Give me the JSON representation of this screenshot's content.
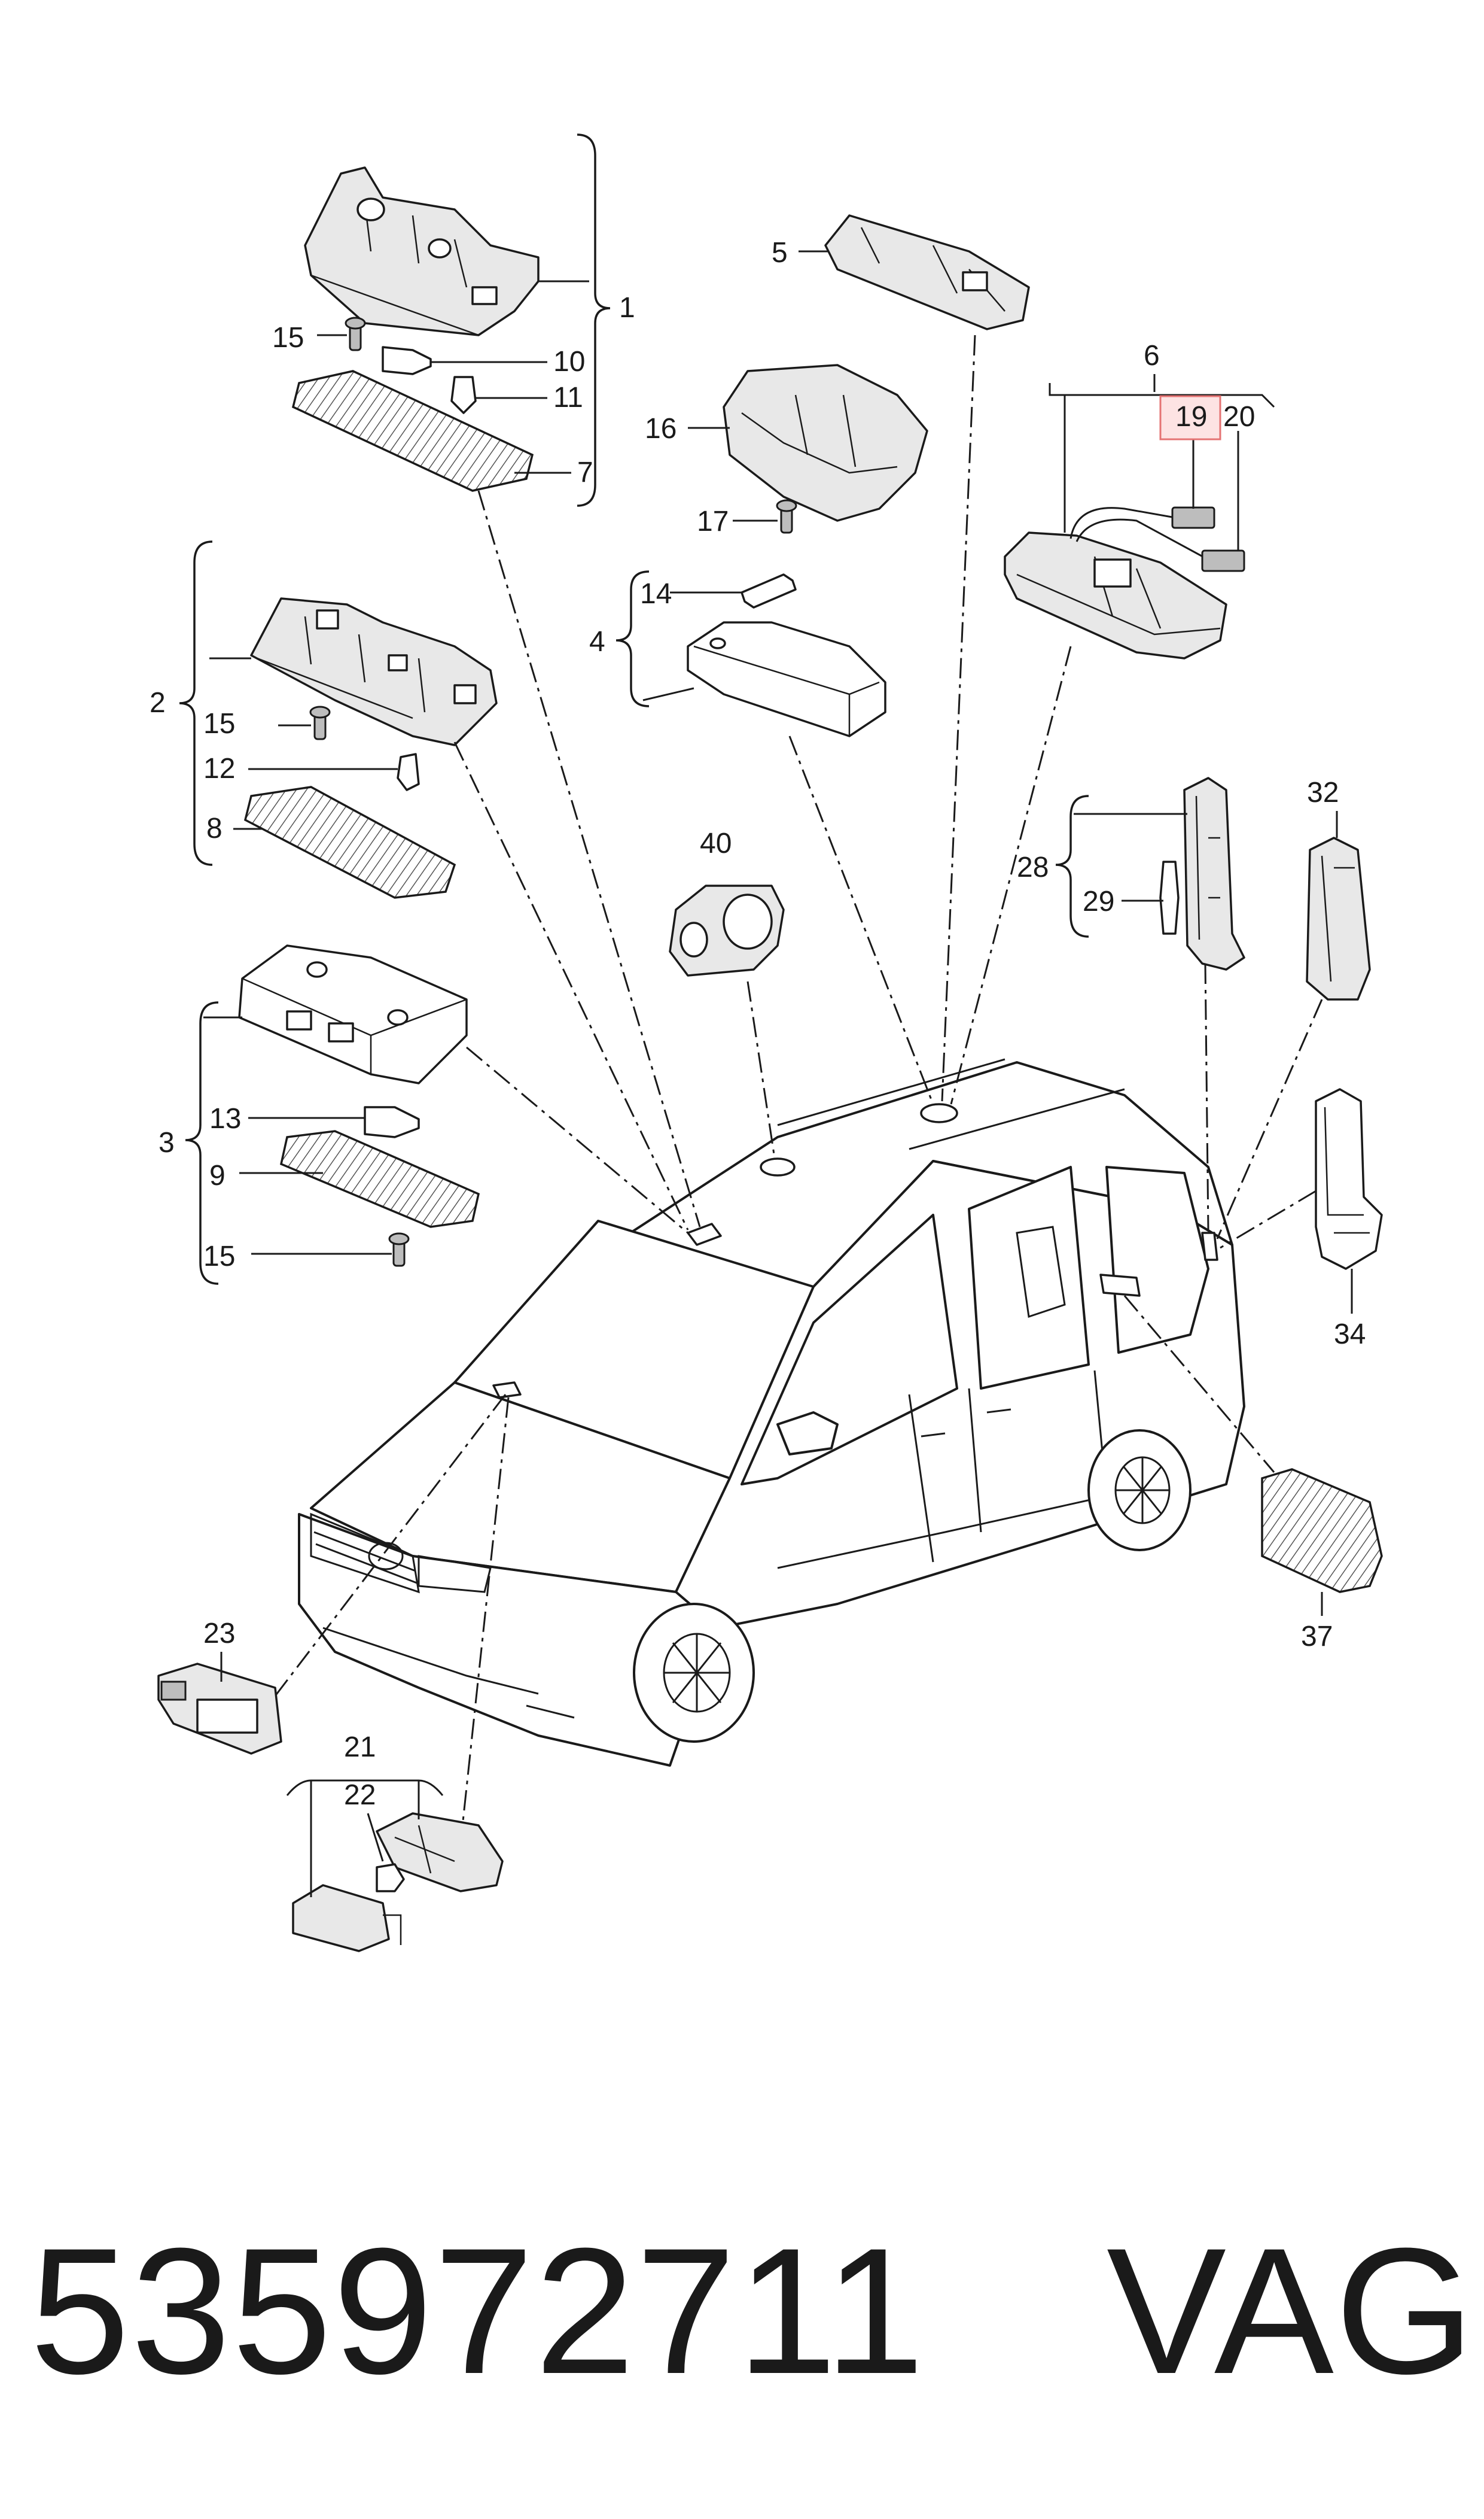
{
  "callouts": {
    "c1": "1",
    "c2": "2",
    "c3": "3",
    "c4": "4",
    "c5": "5",
    "c6": "6",
    "c7": "7",
    "c8": "8",
    "c9": "9",
    "c10": "10",
    "c11": "11",
    "c12": "12",
    "c13": "13",
    "c14": "14",
    "c15a": "15",
    "c15b": "15",
    "c15c": "15",
    "c16": "16",
    "c17": "17",
    "c19": "19",
    "c20": "20",
    "c21": "21",
    "c22": "22",
    "c23": "23",
    "c28": "28",
    "c29": "29",
    "c32": "32",
    "c34": "34",
    "c37": "37",
    "c40": "40"
  },
  "highlighted_part": "19",
  "highlight_color": "#fde3e3",
  "footer": {
    "part_number": "535972711",
    "brand": "VAG"
  }
}
